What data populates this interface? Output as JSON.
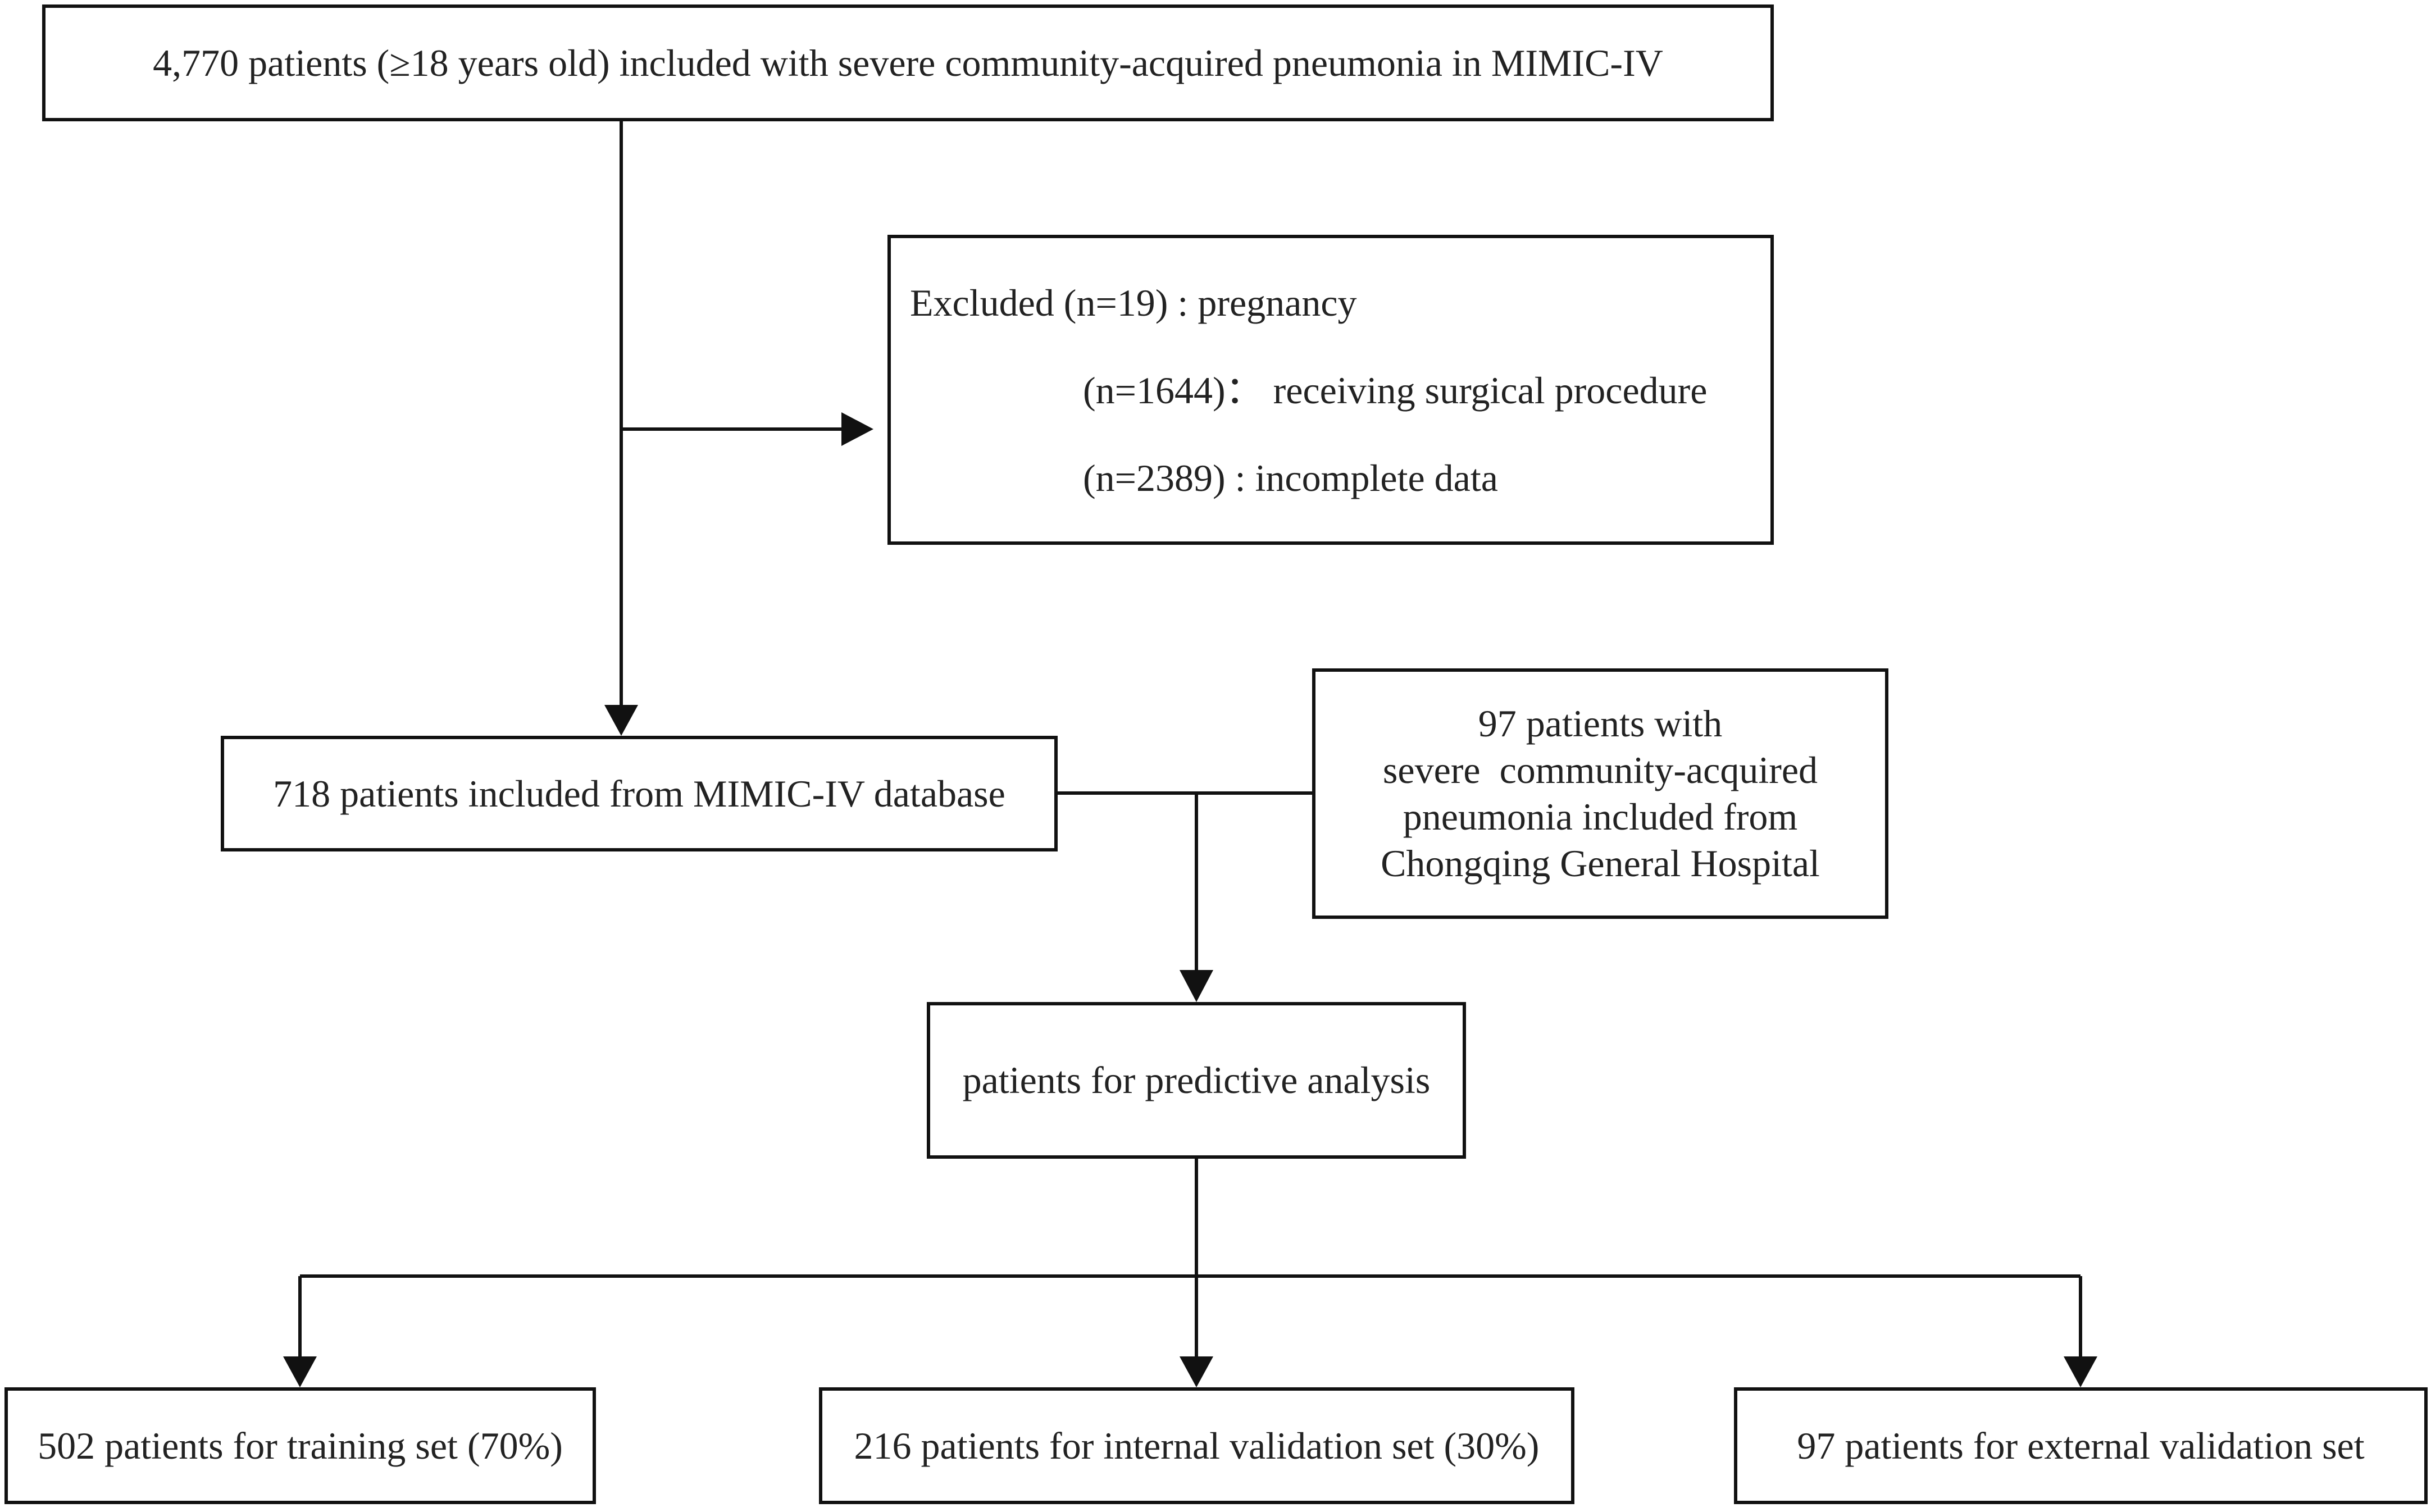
{
  "flowchart": {
    "top_box": "4,770 patients (≥18 years old) included with severe community-acquired pneumonia in MIMIC-IV",
    "exclusion": {
      "line1": "Excluded (n=19) : pregnancy",
      "line2": "(n=1644)： receiving surgical procedure",
      "line3": "(n=2389) : incomplete data"
    },
    "mimic_box": "718 patients included from MIMIC-IV database",
    "external_box": [
      "97 patients with",
      "severe  community-acquired",
      "pneumonia included from",
      "Chongqing General Hospital"
    ],
    "analysis_box": "patients for predictive analysis",
    "training_box": "502 patients for training set (70%)",
    "internal_box": "216 patients for internal validation set (30%)",
    "external_validation_box": "97 patients for external validation set"
  },
  "colors": {
    "stroke": "#111111",
    "text": "#222222",
    "background": "#ffffff"
  }
}
